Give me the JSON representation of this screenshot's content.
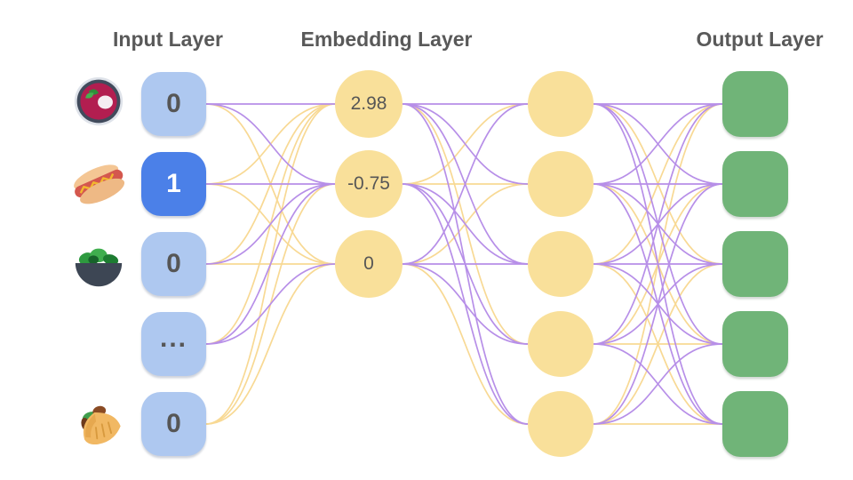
{
  "titles": {
    "input": "Input Layer",
    "embedding": "Embedding Layer",
    "output": "Output Layer"
  },
  "input_layer": {
    "nodes": [
      {
        "value": "0",
        "state": "inactive",
        "icon": "soup-icon"
      },
      {
        "value": "1",
        "state": "active",
        "icon": "hot-dog-icon"
      },
      {
        "value": "0",
        "state": "inactive",
        "icon": "salad-icon"
      },
      {
        "value": "...",
        "state": "inactive",
        "icon": ""
      },
      {
        "value": "0",
        "state": "inactive",
        "icon": "stuffed-flatbread-icon"
      }
    ]
  },
  "embedding_layer": {
    "nodes": [
      {
        "value": "2.98"
      },
      {
        "value": "-0.75"
      },
      {
        "value": "0"
      }
    ]
  },
  "hidden_layer": {
    "node_count": 5
  },
  "output_layer": {
    "node_count": 5
  },
  "colors": {
    "input_inactive": "#aec8f0",
    "input_active": "#4b80e8",
    "value_text": "#565656",
    "active_value_text": "#ffffff",
    "embedding_fill": "#f9e09a",
    "output_fill": "#70b478",
    "edge_purple": "#b78fe8",
    "edge_yellow": "#f8d994",
    "title_text": "#595959"
  },
  "connections": {
    "input_to_embedding": [
      [
        "purple",
        "purple",
        "yellow"
      ],
      [
        "yellow",
        "purple",
        "yellow"
      ],
      [
        "yellow",
        "purple",
        "yellow"
      ],
      [
        "yellow",
        "purple",
        "purple"
      ],
      [
        "yellow",
        "yellow",
        "yellow"
      ]
    ],
    "embedding_to_hidden": [
      [
        "purple",
        "purple",
        "purple",
        "yellow",
        "purple"
      ],
      [
        "yellow",
        "yellow",
        "purple",
        "purple",
        "purple"
      ],
      [
        "purple",
        "yellow",
        "purple",
        "purple",
        "yellow"
      ]
    ],
    "hidden_to_output": [
      [
        "purple",
        "purple",
        "yellow",
        "purple",
        "purple"
      ],
      [
        "purple",
        "purple",
        "purple",
        "yellow",
        "purple"
      ],
      [
        "yellow",
        "purple",
        "purple",
        "purple",
        "yellow"
      ],
      [
        "purple",
        "yellow",
        "purple",
        "yellow",
        "purple"
      ],
      [
        "yellow",
        "purple",
        "yellow",
        "purple",
        "yellow"
      ]
    ]
  }
}
